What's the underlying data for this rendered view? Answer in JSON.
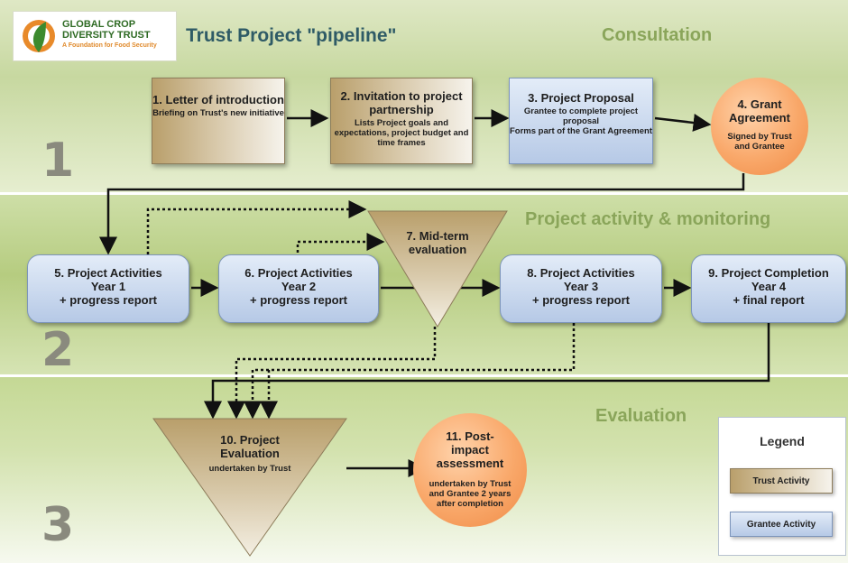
{
  "logo": {
    "line1": "GLOBAL CROP",
    "line2": "DIVERSITY TRUST",
    "tagline": "A Foundation for Food Security"
  },
  "title": "Trust Project \"pipeline\"",
  "sections": [
    {
      "number": "1",
      "title": "Consultation"
    },
    {
      "number": "2",
      "title": "Project activity & monitoring"
    },
    {
      "number": "3",
      "title": "Evaluation"
    }
  ],
  "steps": {
    "s1": {
      "title": "1. Letter of introduction",
      "subtitle": "Briefing on Trust's new initiative"
    },
    "s2": {
      "title": "2. Invitation to project partnership",
      "subtitle": "Lists Project goals and expectations, project budget and time frames"
    },
    "s3": {
      "title": "3. Project Proposal",
      "subtitle1": "Grantee to complete project proposal",
      "subtitle2": "Forms part of the Grant Agreement"
    },
    "s4": {
      "title": "4. Grant Agreement",
      "subtitle": "Signed by Trust and Grantee"
    },
    "s5": {
      "line1": "5. Project Activities",
      "line2": "Year 1",
      "line3": "+ progress report"
    },
    "s6": {
      "line1": "6. Project Activities",
      "line2": "Year 2",
      "line3": "+ progress report"
    },
    "s7": {
      "title": "7. Mid-term evaluation"
    },
    "s8": {
      "line1": "8. Project Activities",
      "line2": "Year 3",
      "line3": "+ progress report"
    },
    "s9": {
      "line1": "9. Project Completion",
      "line2": "Year 4",
      "line3": "+ final report"
    },
    "s10": {
      "title": "10. Project Evaluation",
      "subtitle": "undertaken by Trust"
    },
    "s11": {
      "title": "11. Post-impact assessment",
      "subtitle": "undertaken by Trust and Grantee 2 years after completion"
    }
  },
  "legend": {
    "title": "Legend",
    "trust": "Trust Activity",
    "grantee": "Grantee Activity"
  },
  "colors": {
    "trust": "#c2ab7c",
    "grantee": "#b6c9e6",
    "circle": "#f9a86a",
    "section_title": "#8aa55a",
    "title": "#2f5b66"
  }
}
